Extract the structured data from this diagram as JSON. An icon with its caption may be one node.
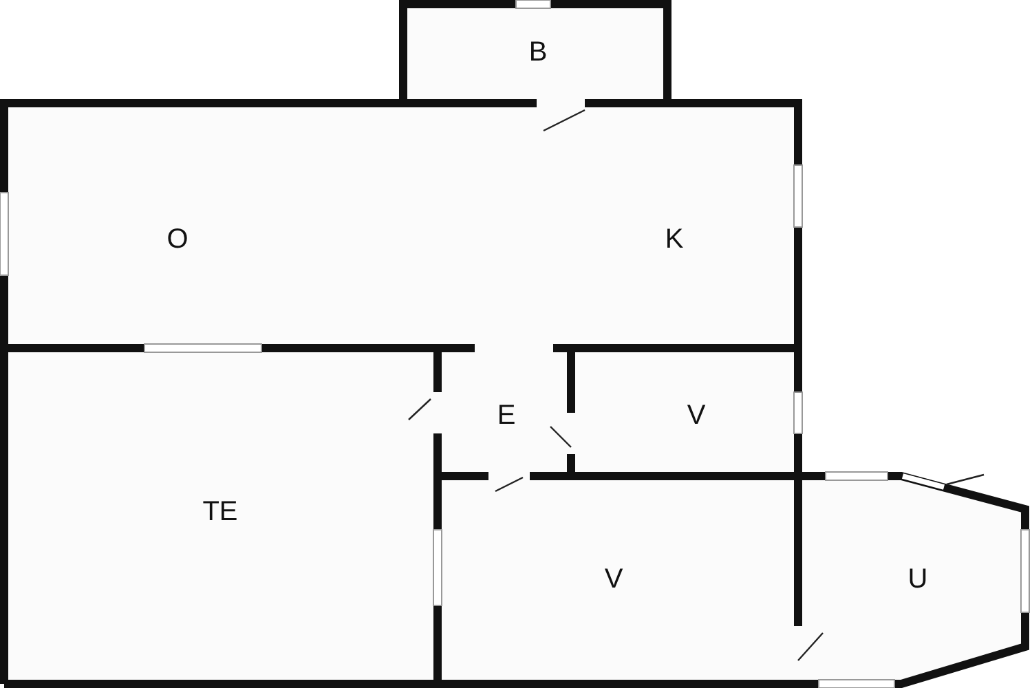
{
  "diagram": {
    "nodes": [
      {
        "text": [
          "B"
        ]
      },
      {
        "text": [
          "O",
          "K"
        ]
      },
      {
        "text": [
          "E"
        ]
      },
      {
        "text": [
          "V"
        ]
      },
      {
        "text": [
          "TE"
        ]
      },
      {
        "text": [
          "V"
        ]
      },
      {
        "text": [
          "U"
        ]
      }
    ]
  }
}
